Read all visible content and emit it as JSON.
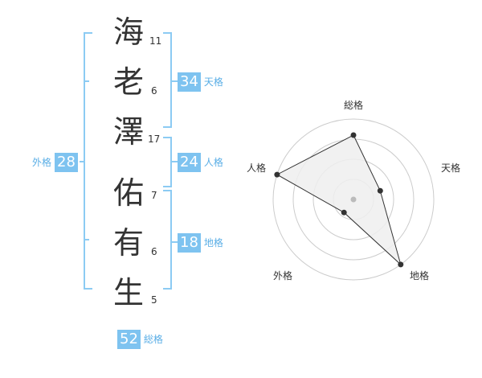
{
  "name_chars": [
    {
      "char": "海",
      "strokes": "11"
    },
    {
      "char": "老",
      "strokes": "6"
    },
    {
      "char": "澤",
      "strokes": "17"
    },
    {
      "char": "佑",
      "strokes": "7"
    },
    {
      "char": "有",
      "strokes": "6"
    },
    {
      "char": "生",
      "strokes": "5"
    }
  ],
  "grades": {
    "tenkaku": {
      "value": "34",
      "label": "天格"
    },
    "jinkaku": {
      "value": "24",
      "label": "人格"
    },
    "chikaku": {
      "value": "18",
      "label": "地格"
    },
    "gaikaku": {
      "value": "28",
      "label": "外格"
    },
    "soukaku": {
      "value": "52",
      "label": "総格"
    }
  },
  "radar": {
    "axes": [
      "総格",
      "天格",
      "地格",
      "外格",
      "人格"
    ],
    "levels": [
      0.8,
      0.35,
      1.0,
      0.2,
      1.0
    ],
    "ring_count": 4,
    "colors": {
      "ring": "#cccccc",
      "fill": "#eeeeee",
      "polygon_stroke": "#333333",
      "vertex": "#333333",
      "center": "#bbbbbb"
    }
  },
  "colors": {
    "bracket": "#8ccbf3",
    "badge_bg": "#7ec3f0",
    "badge_text": "#ffffff",
    "label_text": "#5aaee6"
  }
}
